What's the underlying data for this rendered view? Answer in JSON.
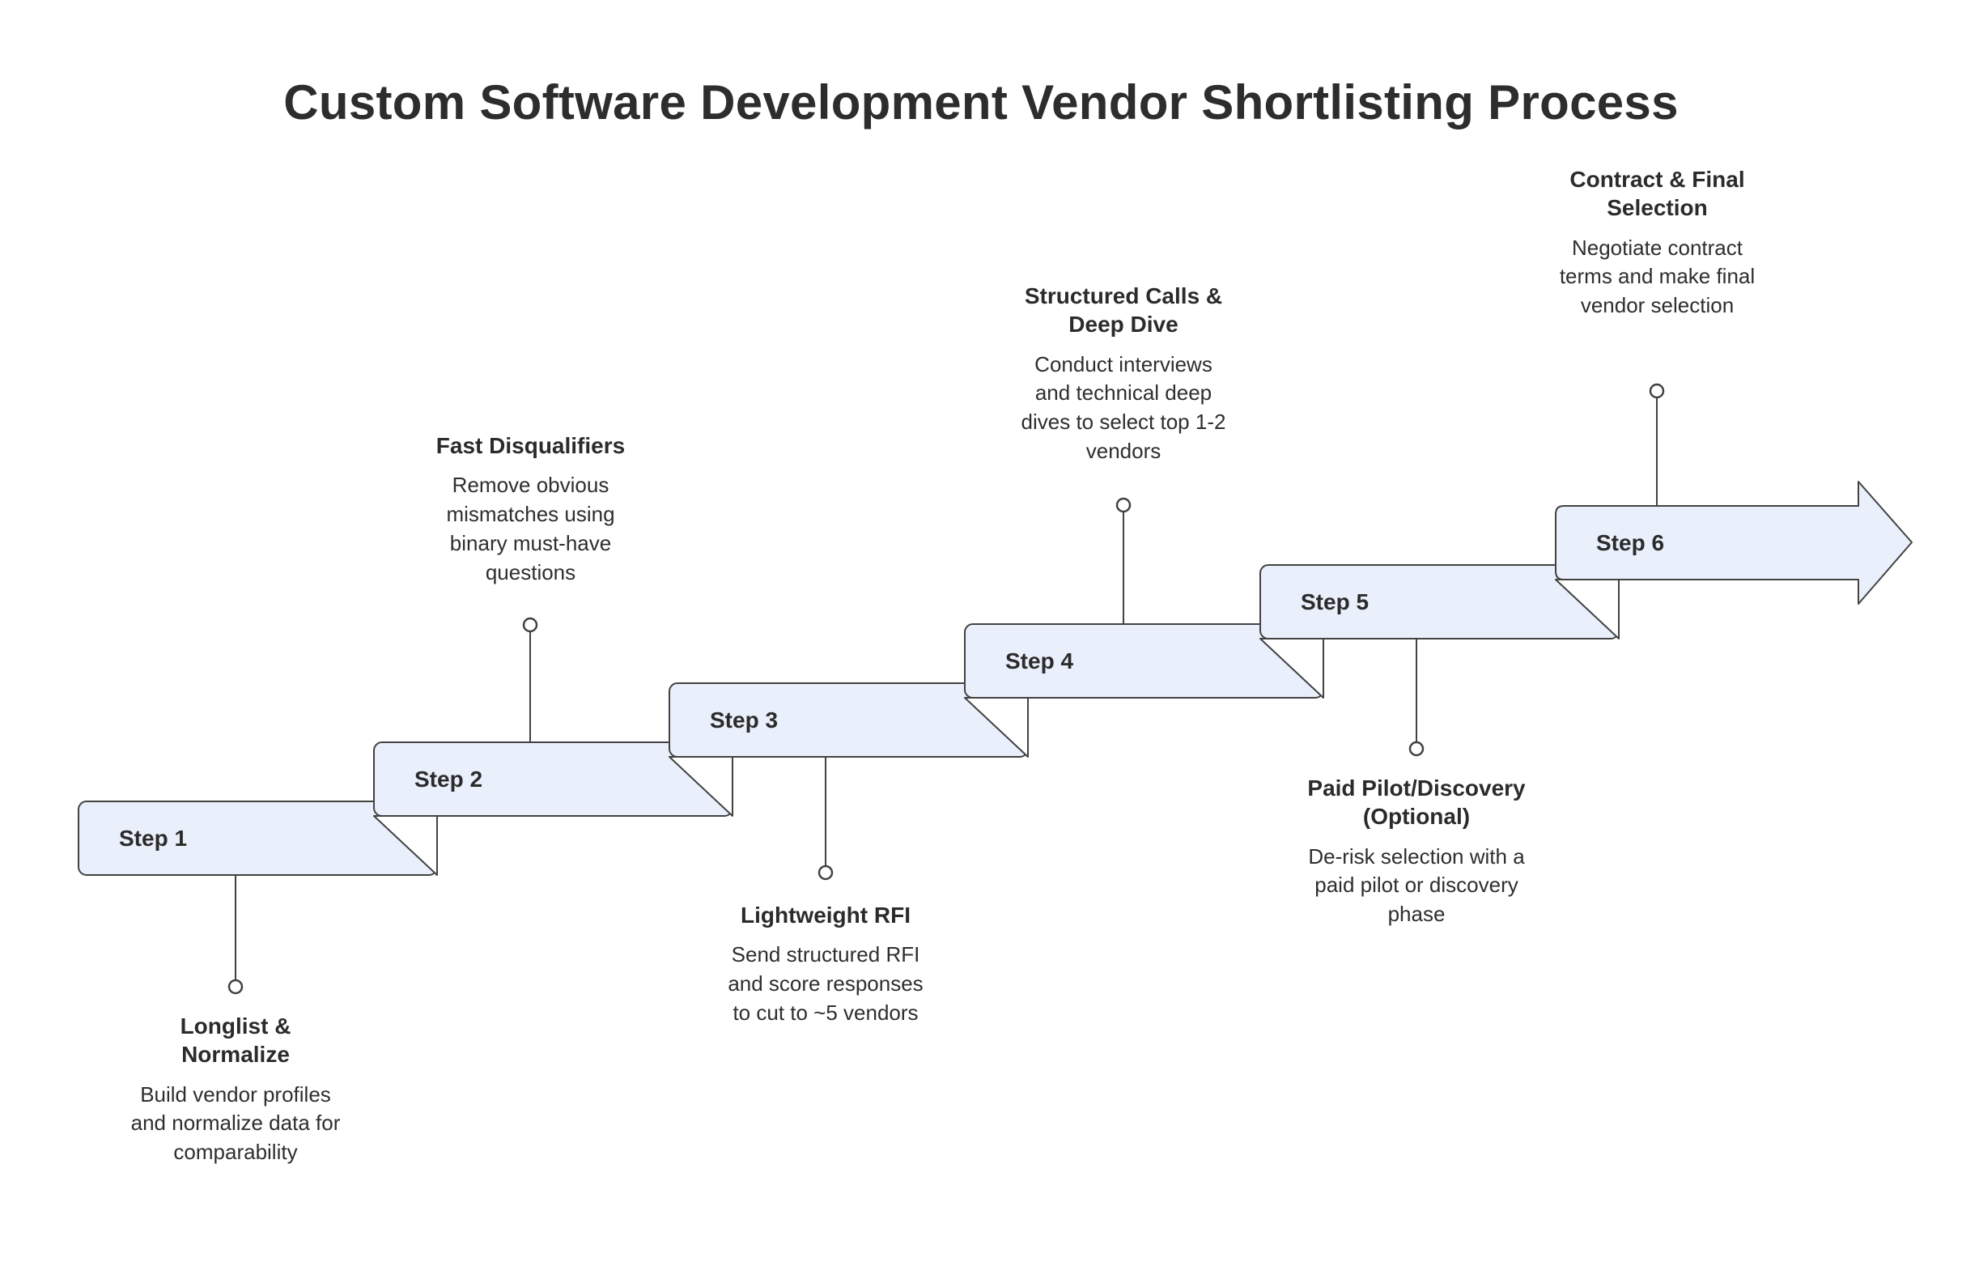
{
  "title": "Custom Software Development Vendor Shortlisting Process",
  "steps": [
    {
      "label": "Step 1",
      "title": "Longlist & Normalize",
      "description": "Build vendor profiles and normalize data for comparability",
      "annotation_position": "below"
    },
    {
      "label": "Step 2",
      "title": "Fast Disqualifiers",
      "description": "Remove obvious mismatches using binary must-have questions",
      "annotation_position": "above"
    },
    {
      "label": "Step 3",
      "title": "Lightweight RFI",
      "description": "Send structured RFI and score responses to cut to ~5 vendors",
      "annotation_position": "below"
    },
    {
      "label": "Step 4",
      "title": "Structured Calls & Deep Dive",
      "description": "Conduct interviews and technical deep dives to select top 1-2 vendors",
      "annotation_position": "above"
    },
    {
      "label": "Step 5",
      "title": "Paid Pilot/Discovery (Optional)",
      "description": "De-risk selection with a paid pilot or discovery phase",
      "annotation_position": "below"
    },
    {
      "label": "Step 6",
      "title": "Contract & Final Selection",
      "description": "Negotiate contract terms and make final vendor selection",
      "annotation_position": "above"
    }
  ],
  "colors": {
    "background": "#ffffff",
    "step_fill": "#e9effb",
    "step_border": "#424242",
    "fold_fill": "#ffffff",
    "connector": "#424242",
    "dot_fill": "#ffffff",
    "text": "#2b2b2b"
  }
}
